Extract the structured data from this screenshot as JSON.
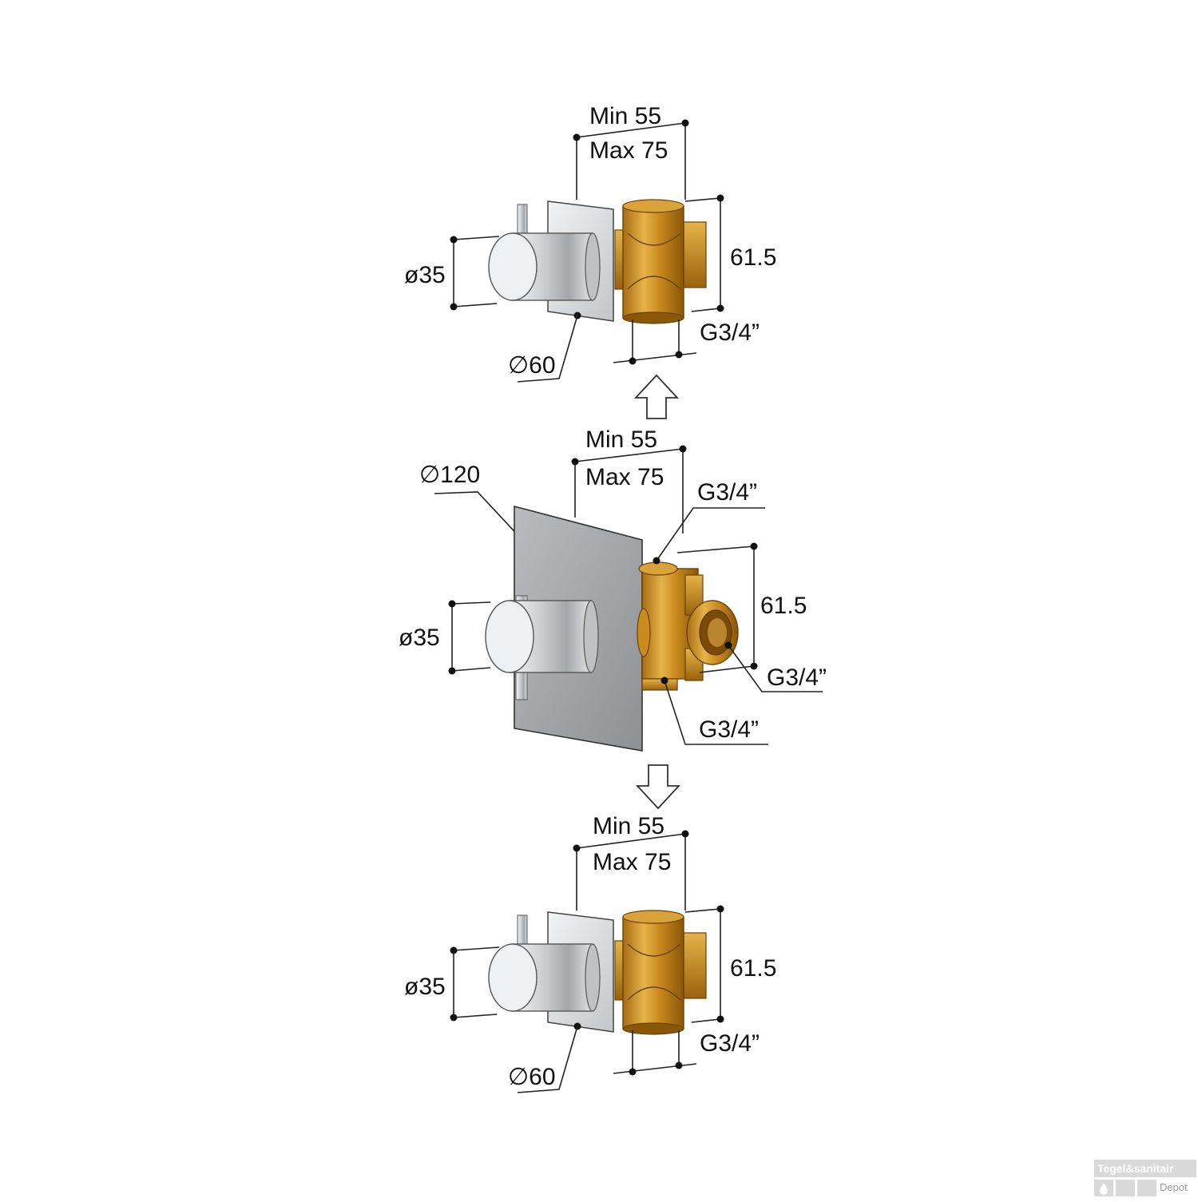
{
  "top": {
    "min": "Min 55",
    "max": "Max 75",
    "knob_dia": "ø35",
    "plate_dia": "∅60",
    "height": "61.5",
    "thread": "G3/4”"
  },
  "middle": {
    "min": "Min 55",
    "max": "Max 75",
    "plate_dia": "∅120",
    "knob_dia": "ø35",
    "height": "61.5",
    "thread_top": "G3/4”",
    "thread_right": "G3/4”",
    "thread_bottom": "G3/4”"
  },
  "bottom": {
    "min": "Min 55",
    "max": "Max 75",
    "knob_dia": "ø35",
    "plate_dia": "∅60",
    "height": "61.5",
    "thread": "G3/4”"
  },
  "watermark": {
    "brand": "Tegel&sanitair",
    "sub": "Depot"
  },
  "colors": {
    "brass": "#c98a1e",
    "steel": "#a9abad",
    "chrome": "#d8dadc"
  }
}
